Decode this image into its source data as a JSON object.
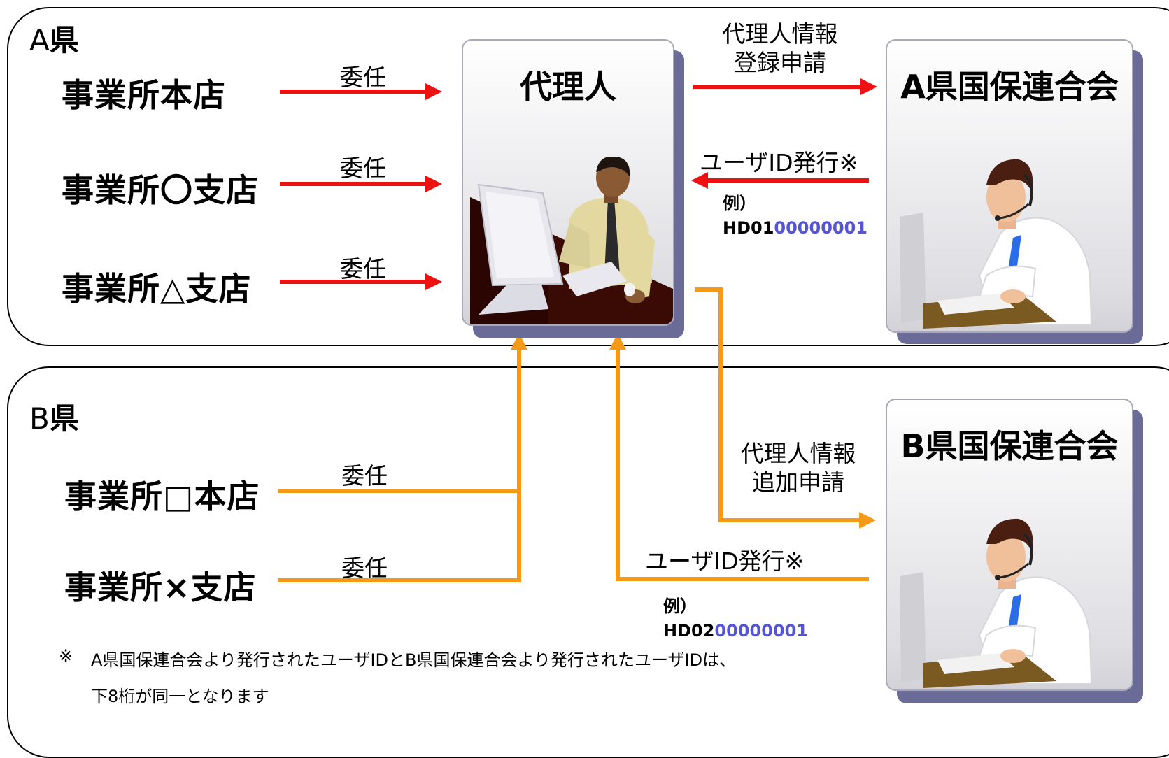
{
  "regions": {
    "a": {
      "letter": "A",
      "suffix": "県"
    },
    "b": {
      "letter": "B",
      "suffix": "県"
    }
  },
  "offices_a": [
    "事業所本店",
    "事業所〇支店",
    "事業所△支店"
  ],
  "offices_b": [
    "事業所□本店",
    "事業所×支店"
  ],
  "delegate_label": "委任",
  "agent": {
    "title": "代理人"
  },
  "a_federation": {
    "title": "A県国保連合会"
  },
  "b_federation": {
    "title": "B県国保連合会"
  },
  "a_flow": {
    "register_line1": "代理人情報",
    "register_line2": "登録申請",
    "issue_label": "ユーザID発行※",
    "example_label": "例）",
    "example_prefix": "HD01",
    "example_digits": "00000001"
  },
  "b_flow": {
    "add_line1": "代理人情報",
    "add_line2": "追加申請",
    "issue_label": "ユーザID発行※",
    "example_label": "例）",
    "example_prefix": "HD02",
    "example_digits": "00000001"
  },
  "note": {
    "mark": "※",
    "line1": "A県国保連合会より発行されたユーザIDとB県国保連合会より発行されたユーザIDは、",
    "line2": "下8桁が同一となります"
  },
  "colors": {
    "red": "#ee1111",
    "orange": "#f59a16",
    "shadow": "#6b6b98",
    "blue": "#5454d8"
  }
}
